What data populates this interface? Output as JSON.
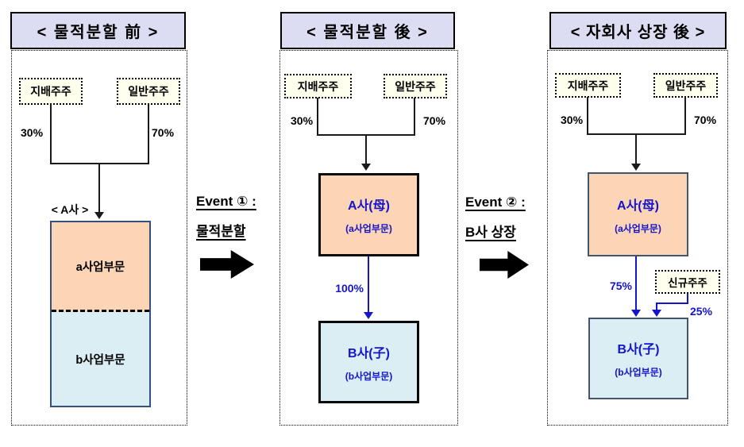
{
  "panels": [
    {
      "title": "< 물적분할 前 >",
      "shareholders": {
        "controlling": "지배주주",
        "general": "일반주주"
      },
      "stakes": {
        "controlling": "30%",
        "general": "70%"
      },
      "company_label": "< A사 >",
      "divisions": {
        "a": "a사업부문",
        "b": "b사업부문"
      }
    },
    {
      "title": "< 물적분할 後 >",
      "shareholders": {
        "controlling": "지배주주",
        "general": "일반주주"
      },
      "stakes": {
        "controlling": "30%",
        "general": "70%"
      },
      "parent": {
        "name": "A사(母)",
        "division": "(a사업부문)"
      },
      "ownership": "100%",
      "subsidiary": {
        "name": "B사(子)",
        "division": "(b사업부문)"
      }
    },
    {
      "title": "< 자회사 상장 後 >",
      "shareholders": {
        "controlling": "지배주주",
        "general": "일반주주"
      },
      "stakes": {
        "controlling": "30%",
        "general": "70%"
      },
      "parent": {
        "name": "A사(母)",
        "division": "(a사업부문)"
      },
      "parent_ownership": "75%",
      "new_shareholder": {
        "label": "신규주주",
        "ownership": "25%"
      },
      "subsidiary": {
        "name": "B사(子)",
        "division": "(b사업부문)"
      }
    }
  ],
  "events": [
    {
      "title": "Event ① :",
      "description": "물적분할"
    },
    {
      "title": "Event ② :",
      "description": "B사 상장"
    }
  ],
  "colors": {
    "title_bar_bg": "#DCDCF2",
    "shareholder_box_bg": "#FFFFEE",
    "parent_box_bg": "#FBD5B5",
    "subsidiary_box_bg": "#DAEEF3",
    "ownership_accent": "#1414CC",
    "split_box_border": "#31507B",
    "listed_box_border": "#44546A"
  }
}
